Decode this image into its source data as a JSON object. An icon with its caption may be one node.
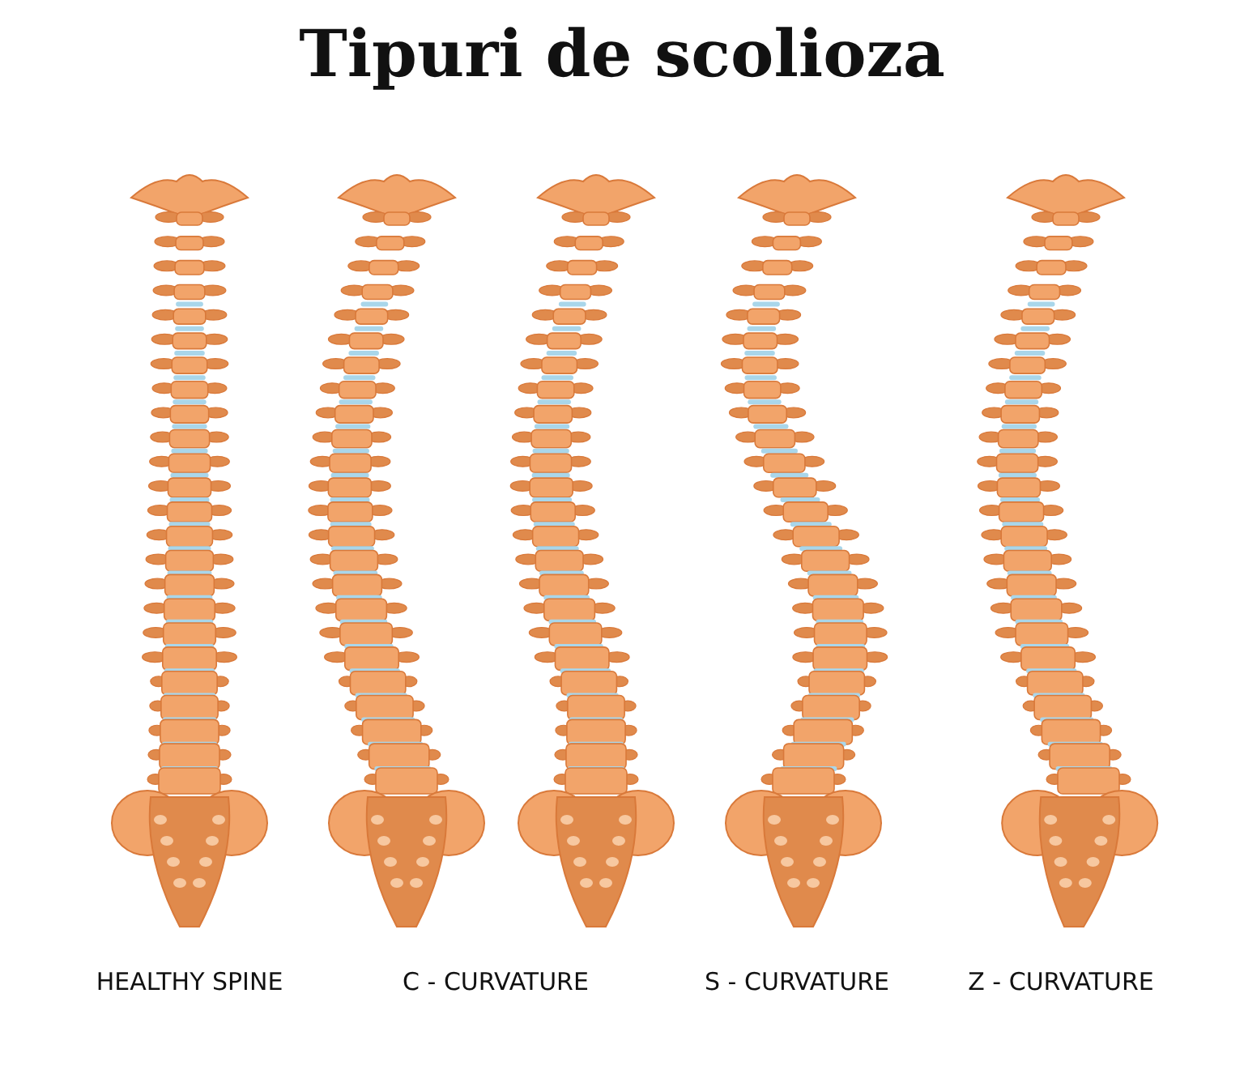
{
  "diagram": {
    "title": "Tipuri de scolioza",
    "labels": [
      "HEALTHY SPINE",
      "C - CURVATURE",
      "S - CURVATURE",
      "Z - CURVATURE"
    ]
  }
}
